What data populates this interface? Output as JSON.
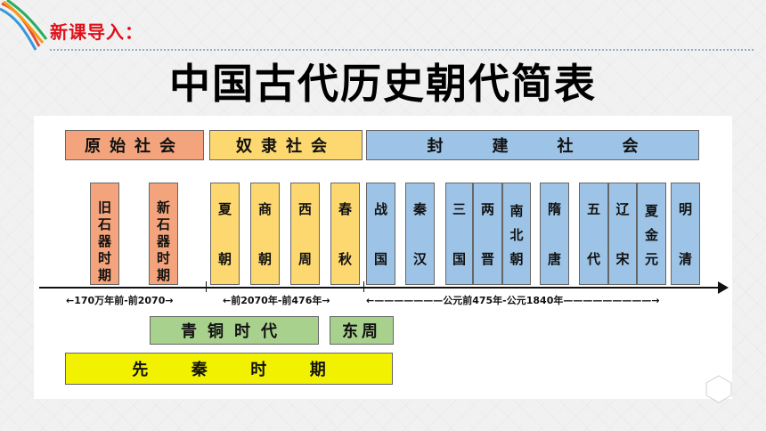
{
  "section_label": "新课导入：",
  "title": "中国古代历史朝代简表",
  "eras": {
    "primitive": "原始社会",
    "slave": "奴隶社会",
    "feudal": [
      "封",
      "建",
      "社",
      "会"
    ]
  },
  "columns": [
    {
      "id": "old-stone",
      "chars": [
        "旧",
        "石",
        "器",
        "时",
        "期"
      ]
    },
    {
      "id": "new-stone",
      "chars": [
        "新",
        "石",
        "器",
        "时",
        "期"
      ]
    },
    {
      "id": "xia",
      "top": "夏",
      "bottom": "朝"
    },
    {
      "id": "shang",
      "top": "商",
      "bottom": "朝"
    },
    {
      "id": "western-zhou",
      "top": "西",
      "bottom": "周"
    },
    {
      "id": "spring-autumn",
      "top": "春",
      "bottom": "秋"
    },
    {
      "id": "warring-states",
      "top": "战",
      "bottom": "国"
    },
    {
      "id": "qin-han",
      "top": "秦",
      "bottom": "汉"
    },
    {
      "id": "three-kingdoms",
      "top": "三",
      "bottom": "国"
    },
    {
      "id": "two-jin",
      "top": "两",
      "bottom": "晋"
    },
    {
      "id": "north-south",
      "chars": [
        "南",
        "北",
        "朝"
      ]
    },
    {
      "id": "sui-tang",
      "top": "隋",
      "bottom": "唐"
    },
    {
      "id": "five-dynasties",
      "top": "五",
      "bottom": "代"
    },
    {
      "id": "liao-song",
      "top": "辽",
      "bottom": "宋"
    },
    {
      "id": "xia-jin-yuan",
      "chars": [
        "夏",
        "金",
        "元"
      ]
    },
    {
      "id": "ming-qing",
      "top": "明",
      "bottom": "清"
    }
  ],
  "periods": {
    "primitive": "170万年前-前2070",
    "slave": "前2070年-前476年",
    "feudal": "公元前475年-公元1840年"
  },
  "bronze_age": "青铜时代",
  "eastern_zhou": "东周",
  "pre_qin": [
    "先",
    "秦",
    "时",
    "期"
  ],
  "colors": {
    "primitive": "#f4a47c",
    "slave": "#fdd870",
    "feudal": "#9dc3e6",
    "bronze": "#a9d18e",
    "preqin": "#f2f200",
    "accent": "#e0101a"
  }
}
